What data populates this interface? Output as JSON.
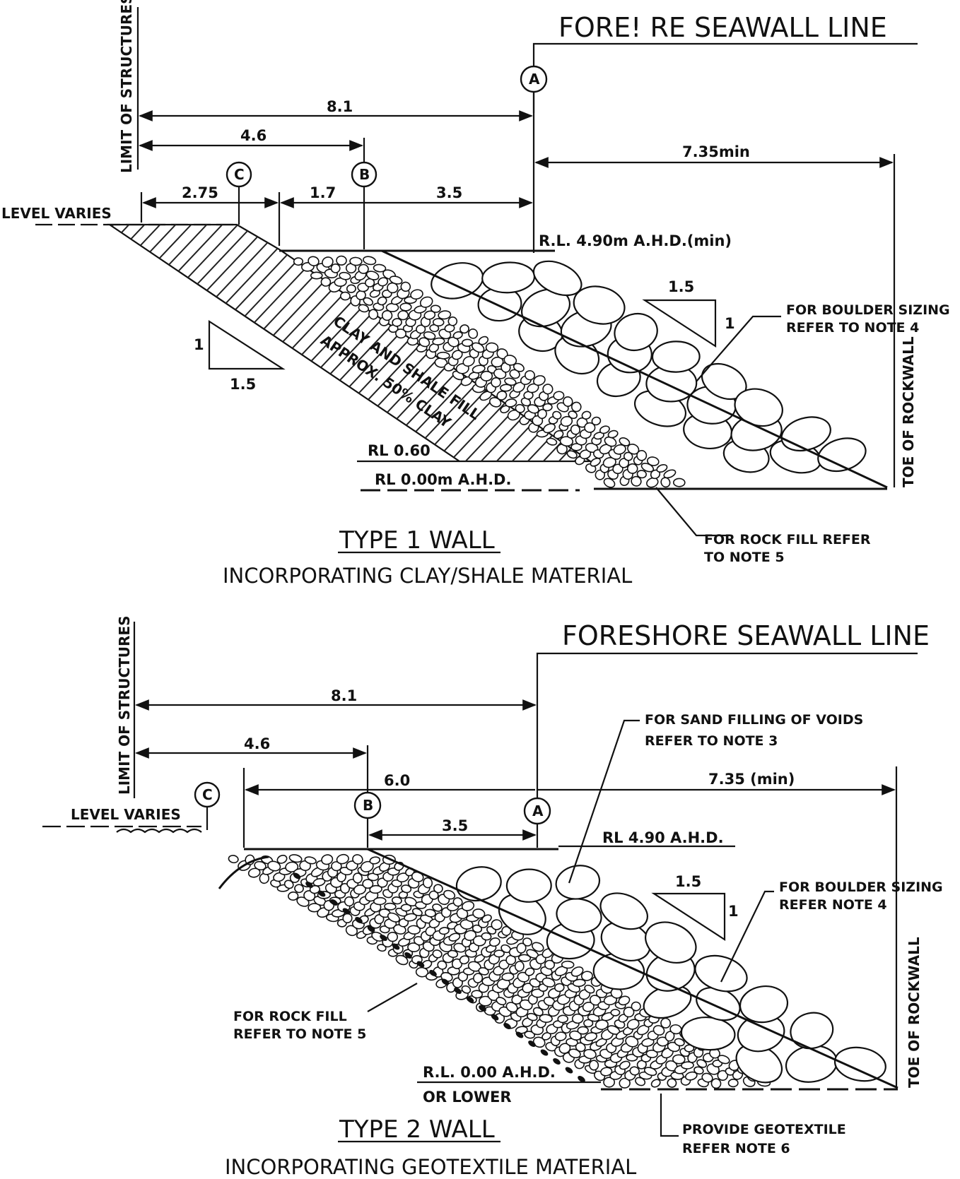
{
  "type1": {
    "seawall_line": "FORE! RE SEAWALL LINE",
    "limit_label": "LIMIT OF STRUCTURES",
    "toe_label": "TOE OF ROCKWALL",
    "level_varies": "LEVEL VARIES",
    "markers": {
      "a": "A",
      "b": "B",
      "c": "C"
    },
    "dims": {
      "d_8_1": "8.1",
      "d_4_6": "4.6",
      "d_2_75": "2.75",
      "d_1_7": "1.7",
      "d_3_5": "3.5",
      "d_7_35": "7.35min"
    },
    "rl_top": "R.L. 4.90m A.H.D.(min)",
    "rl_060": "RL 0.60",
    "rl_000": "RL 0.00m A.H.D.",
    "slope_right": {
      "run": "1.5",
      "rise": "1"
    },
    "slope_left": {
      "run": "1.5",
      "rise": "1"
    },
    "fill_label_1": "CLAY AND SHALE FILL",
    "fill_label_2": "APPROX. 50% CLAY",
    "note_boulder_1": "FOR BOULDER SIZING",
    "note_boulder_2": "REFER TO NOTE 4",
    "note_rock_1": "FOR ROCK FILL REFER",
    "note_rock_2": "TO NOTE 5",
    "title": "TYPE 1 WALL",
    "subtitle": "INCORPORATING CLAY/SHALE MATERIAL"
  },
  "type2": {
    "seawall_line": "FORESHORE SEAWALL LINE",
    "limit_label": "LIMIT OF STRUCTURES",
    "toe_label": "TOE OF ROCKWALL",
    "level_varies": "LEVEL VARIES",
    "markers": {
      "a": "A",
      "b": "B",
      "c": "C"
    },
    "dims": {
      "d_8_1": "8.1",
      "d_4_6": "4.6",
      "d_6_0": "6.0",
      "d_7_35": "7.35 (min)",
      "d_3_5": "3.5"
    },
    "rl_top": "RL 4.90 A.H.D.",
    "rl_000": "R.L. 0.00 A.H.D.",
    "rl_lower": "OR LOWER",
    "slope_right": {
      "run": "1.5",
      "rise": "1"
    },
    "note_sand_1": "FOR SAND FILLING OF VOIDS",
    "note_sand_2": "REFER TO NOTE 3",
    "note_boulder_1": "FOR BOULDER SIZING",
    "note_boulder_2": "REFER NOTE 4",
    "note_rock_1": "FOR ROCK FILL",
    "note_rock_2": "REFER TO NOTE 5",
    "note_geo_1": "PROVIDE GEOTEXTILE",
    "note_geo_2": "REFER NOTE 6",
    "title": "TYPE 2 WALL",
    "subtitle": "INCORPORATING GEOTEXTILE MATERIAL"
  }
}
